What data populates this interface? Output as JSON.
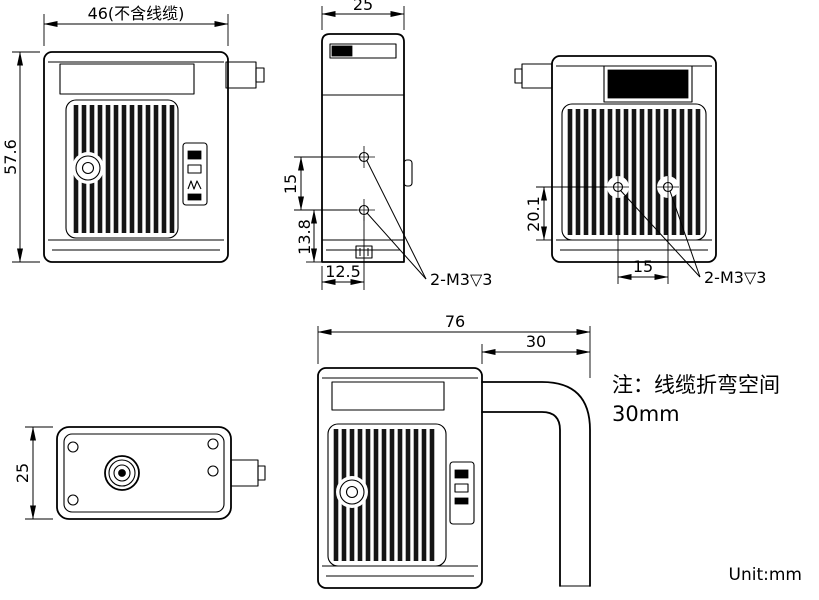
{
  "unit_label": "Unit:mm",
  "note": {
    "line1": "注：线缆折弯空间",
    "line2": "30mm"
  },
  "views": {
    "front": {
      "width": "46(不含线缆)",
      "height": "57.6"
    },
    "side": {
      "width": "25",
      "hole_spacing": "15",
      "hole_offset": "13.8",
      "hole_x": "12.5",
      "thread": "2-M3▽3"
    },
    "back": {
      "hole_offset": "20.1",
      "hole_spacing": "15",
      "thread": "2-M3▽3"
    },
    "top": {
      "height": "25"
    },
    "cable_side": {
      "total_width": "76",
      "bend_space": "30"
    }
  },
  "colors": {
    "line": "#000000",
    "background": "#ffffff"
  }
}
